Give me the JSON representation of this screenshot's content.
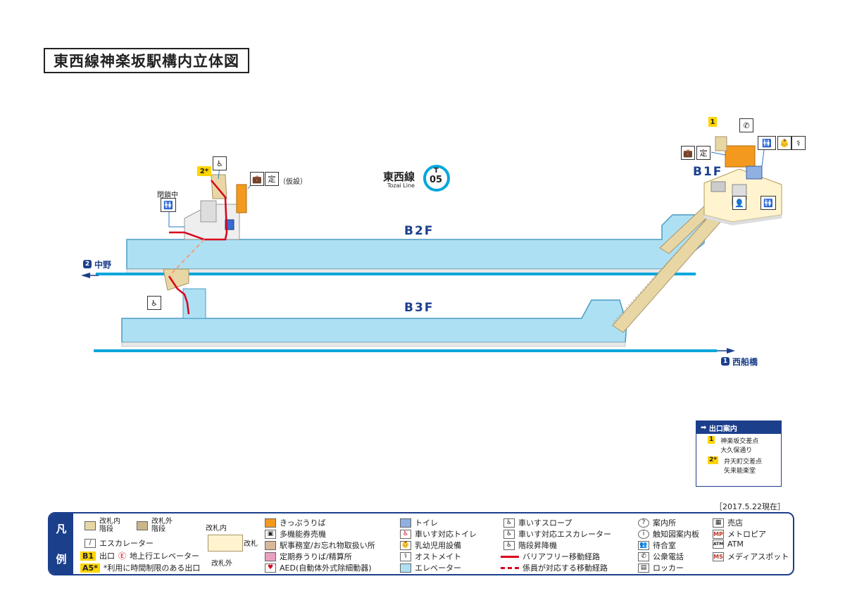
{
  "title": "東西線神楽坂駅構内立体図",
  "line": {
    "name_jp": "東西線",
    "name_en": "Tozai Line",
    "code_letter": "T",
    "code_number": "05",
    "color": "#00a7db"
  },
  "floors": {
    "b1": "B1F",
    "b2": "B2F",
    "b3": "B3F"
  },
  "directions": {
    "left_num": "2",
    "left_name": "中野",
    "right_num": "1",
    "right_name": "西船橋"
  },
  "map_labels": {
    "closed": "閉鎖中",
    "temporary": "（仮設）",
    "exit1": "1",
    "exit2": "2*"
  },
  "exit_guide": {
    "header": "出口案内",
    "items": [
      {
        "num": "1",
        "lines": [
          "神楽坂交差点",
          "大久保通り"
        ]
      },
      {
        "num": "2*",
        "lines": [
          "弁天町交差点",
          "矢来能楽堂"
        ]
      }
    ]
  },
  "date": "［2017.5.22現在］",
  "legend": {
    "side": [
      "凡",
      "例"
    ],
    "gate_in_stairs": "改札内\n階段",
    "gate_out_stairs": "改札外\n階段",
    "escalator": "エスカレーター",
    "exit_b1": "B1",
    "exit_label": "出口",
    "elevator_up": "地上行エレベーター",
    "exit_a5": "A5*",
    "time_limited": "*利用に時間制限のある出口",
    "gate_inside": "改札内",
    "gate": "改札",
    "gate_outside": "改札外",
    "ticket_area": "きっぷうりば",
    "multi_ticket": "多機能券売機",
    "station_office": "駅事務室/お忘れ物取扱い所",
    "commuter_pass": "定期券うりば/精算所",
    "aed": "AED(自動体外式除細動器)",
    "toilet": "トイレ",
    "wheelchair_toilet": "車いす対応トイレ",
    "baby": "乳幼児用設備",
    "ostomate": "オストメイト",
    "elevator": "エレベーター",
    "slope": "車いすスロープ",
    "wheelchair_escalator": "車いす対応エスカレーター",
    "stair_lift": "階段昇降機",
    "barrier_free_route": "バリアフリー移動経路",
    "staff_route": "係員が対応する移動経路",
    "info": "案内所",
    "tactile_map": "触知図案内板",
    "waiting_room": "待合室",
    "public_phone": "公衆電話",
    "locker": "ロッカー",
    "shop": "売店",
    "metropia": "メトロピア",
    "atm": "ATM",
    "media_spot": "メディアスポット",
    "mp": "MP",
    "atm_icon": "ATM",
    "ms": "MS"
  },
  "colors": {
    "platform": "#aee0f3",
    "platform_edge": "#4a9cc4",
    "track": "#00a7db",
    "navy": "#1c3f8c",
    "route_red": "#d9001b",
    "stairs": "#e8d7a4",
    "orange": "#f39a1e",
    "yellow": "#ffd400"
  }
}
